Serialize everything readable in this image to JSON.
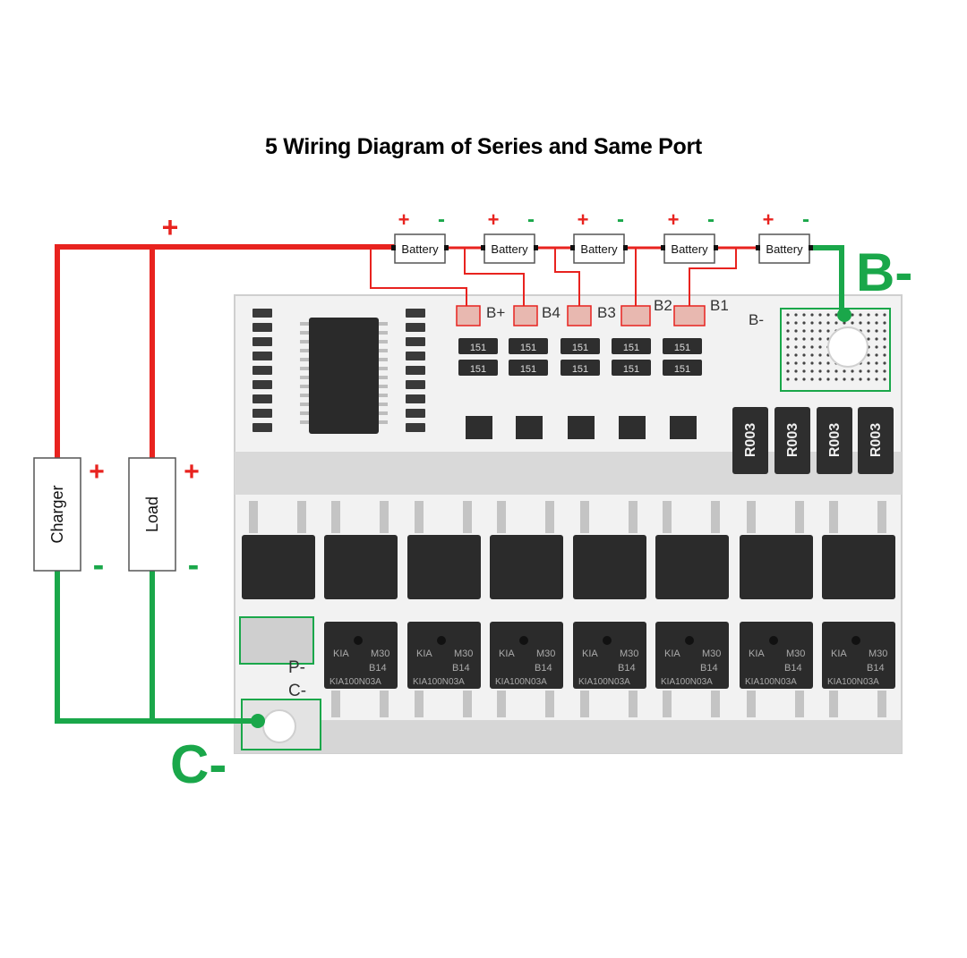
{
  "title": "5 Wiring Diagram of Series and Same Port",
  "batteries": [
    {
      "label": "Battery",
      "plus": "+",
      "minus": "-"
    },
    {
      "label": "Battery",
      "plus": "+",
      "minus": "-"
    },
    {
      "label": "Battery",
      "plus": "+",
      "minus": "-"
    },
    {
      "label": "Battery",
      "plus": "+",
      "minus": "-"
    },
    {
      "label": "Battery",
      "plus": "+",
      "minus": "-"
    }
  ],
  "main_plus": "+",
  "devices": [
    {
      "label": "Charger",
      "plus": "+",
      "minus": "-"
    },
    {
      "label": "Load",
      "plus": "+",
      "minus": "-"
    }
  ],
  "pads": [
    "B+",
    "B4",
    "B3",
    "B2",
    "B1",
    "B-"
  ],
  "port_labels": {
    "p_minus": "P-",
    "c_minus": "C-"
  },
  "terminals": {
    "b_minus": "B-",
    "c_minus": "C-"
  },
  "resistor_code": "R003",
  "smd_code": "151",
  "mosfet": {
    "brand": "KIA",
    "code1": "M30",
    "code2": "B14",
    "part": "KIA100N03A"
  },
  "colors": {
    "positive": "#e8231f",
    "negative": "#1aa74a",
    "board": "#f3f3f3",
    "chip": "#2b2b2b"
  }
}
